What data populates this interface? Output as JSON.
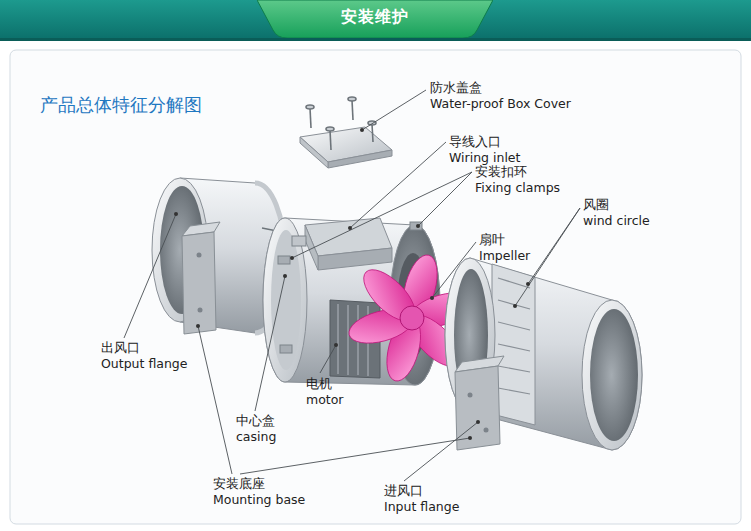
{
  "diagram": {
    "title": "产品总体特征分解图",
    "nodes": [
      {
        "text": [
          "安装维护"
        ]
      }
    ],
    "labels": [
      "防水盖盒",
      "Water-proof Box Cover",
      "导线入口",
      "Wiring inlet",
      "安装扣环",
      "Fixing clamps",
      "扇叶",
      "Impeller",
      "风圈",
      "wind circle",
      "出风口",
      "Output flange",
      "电机",
      "motor",
      "中心盒",
      "casing",
      "安装底座",
      "Mounting base",
      "进风口",
      "Input flange"
    ]
  }
}
